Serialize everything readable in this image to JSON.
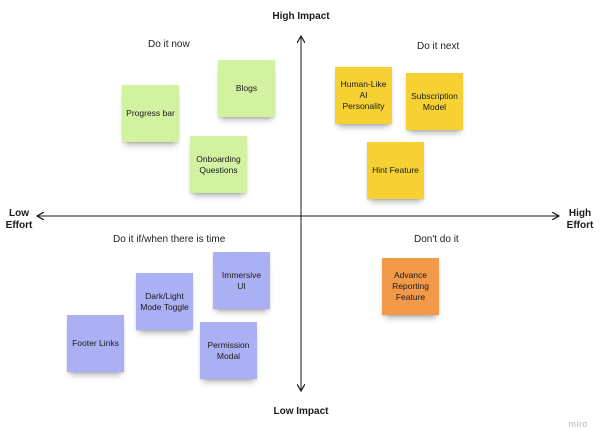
{
  "axes": {
    "top": "High Impact",
    "bottom": "Low Impact",
    "left": "Low\nEffort",
    "right": "High\nEffort"
  },
  "quadrants": {
    "top_left": "Do it now",
    "top_right": "Do it next",
    "bottom_left": "Do it if/when there is time",
    "bottom_right": "Don't do it"
  },
  "colors": {
    "green": "#d2f2a1",
    "yellow": "#f5d133",
    "purple": "#aab0f3",
    "orange": "#f39a4a",
    "axis": "#1a1a1a"
  },
  "notes": {
    "progress_bar": "Progress bar",
    "blogs": "Blogs",
    "onboarding_questions": "Onboarding\nQuestions",
    "human_like_ai": "Human-Like\nAI Personality",
    "subscription_model": "Subscription\nModel",
    "hint_feature": "Hint Feature",
    "immersive_ui": "Immersive UI",
    "dark_light_toggle": "Dark/Light\nMode Toggle",
    "footer_links": "Footer Links",
    "permission_modal": "Permission\nModal",
    "advance_reporting": "Advance\nReporting\nFeature"
  },
  "watermark": "miro"
}
